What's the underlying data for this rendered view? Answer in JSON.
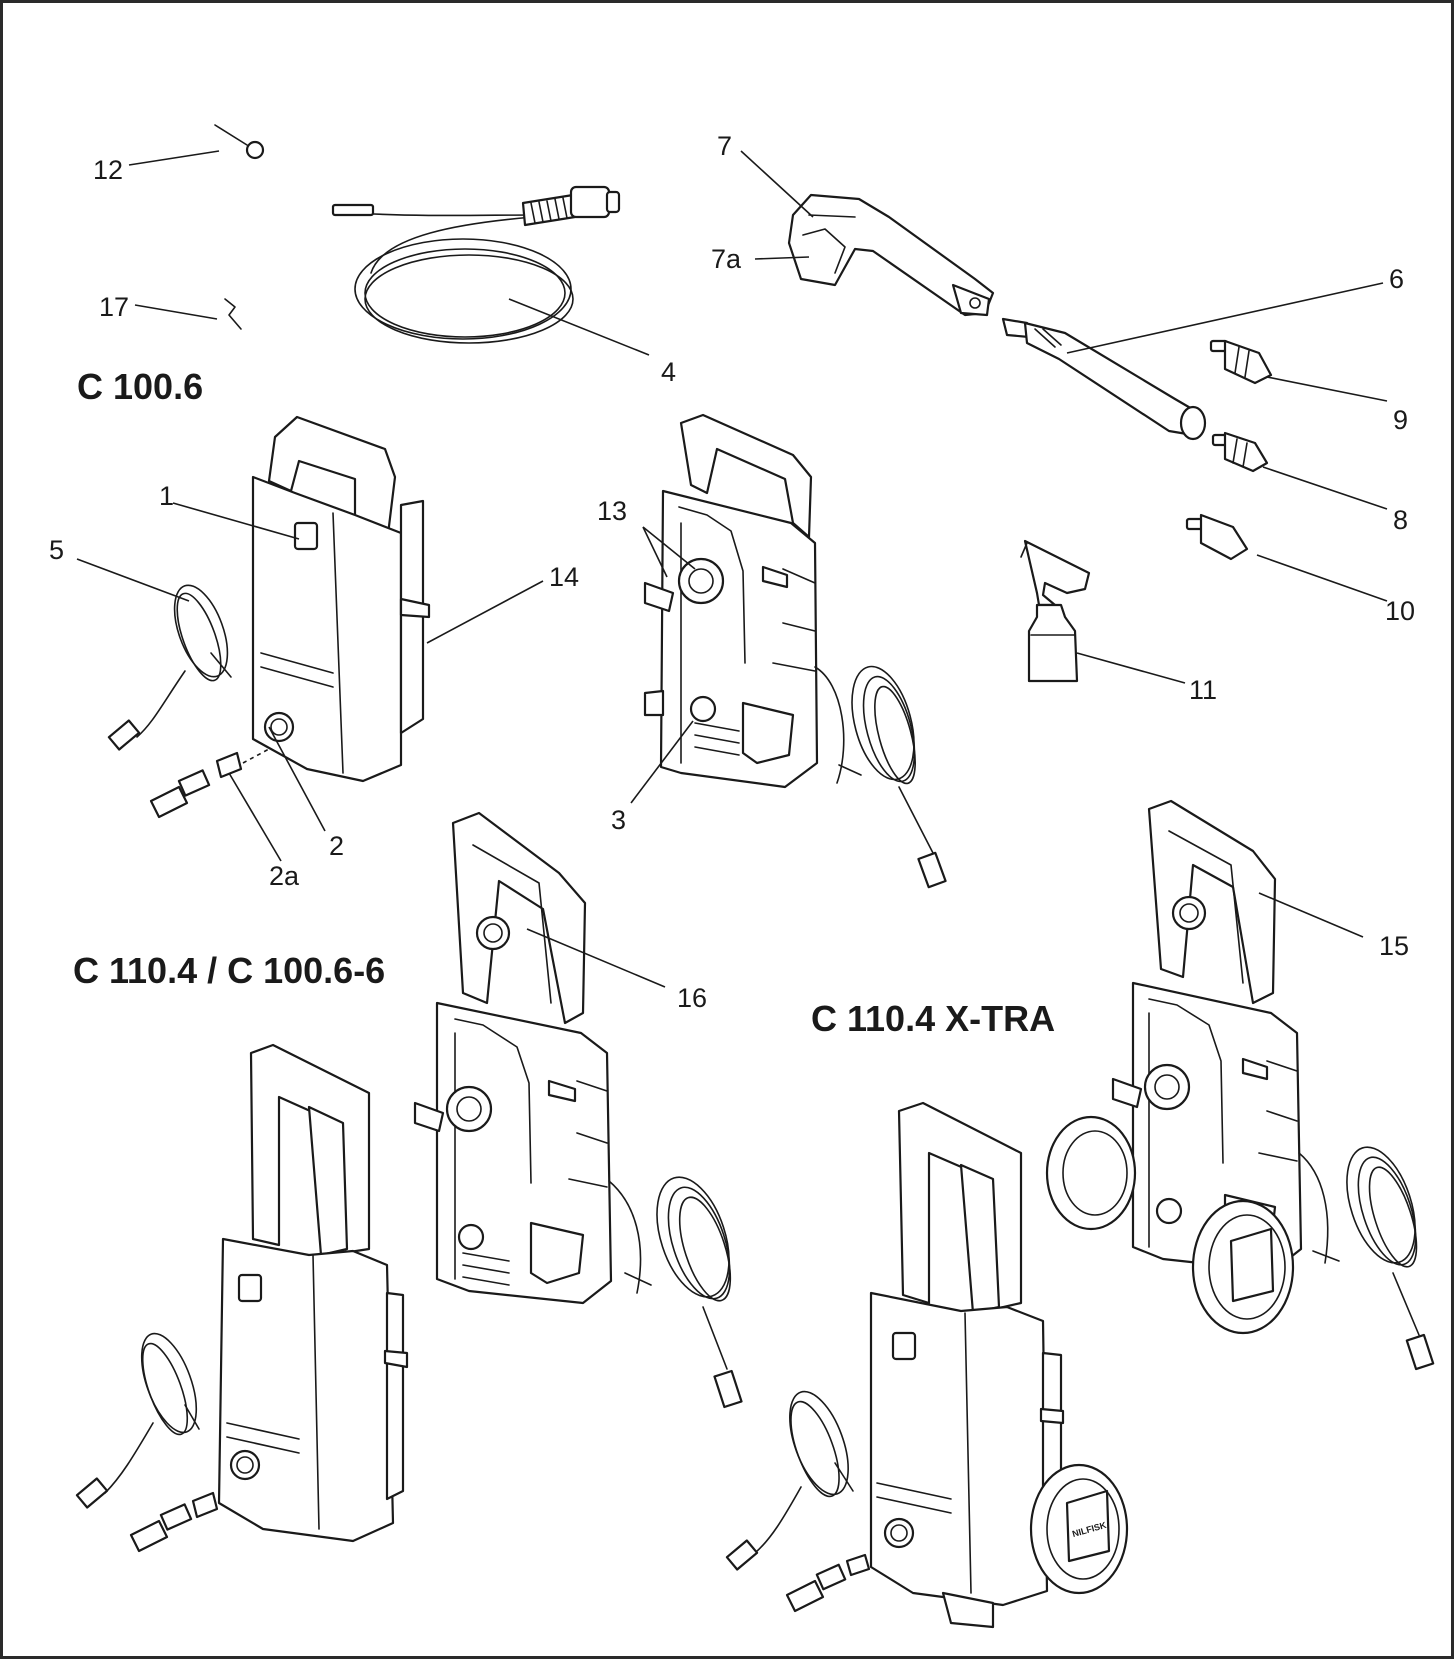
{
  "models": {
    "c100_6": "C 100.6",
    "c110_4_c100_6_6": "C 110.4 / C 100.6-6",
    "c110_4_xtra": "C 110.4 X-TRA"
  },
  "callouts": {
    "n1": "1",
    "n2": "2",
    "n2a": "2a",
    "n3": "3",
    "n4": "4",
    "n5": "5",
    "n6": "6",
    "n7": "7",
    "n7a": "7a",
    "n8": "8",
    "n9": "9",
    "n10": "10",
    "n11": "11",
    "n12": "12",
    "n13": "13",
    "n14": "14",
    "n15": "15",
    "n16": "16",
    "n17": "17"
  },
  "wheel_logo_text": "NILFISK"
}
